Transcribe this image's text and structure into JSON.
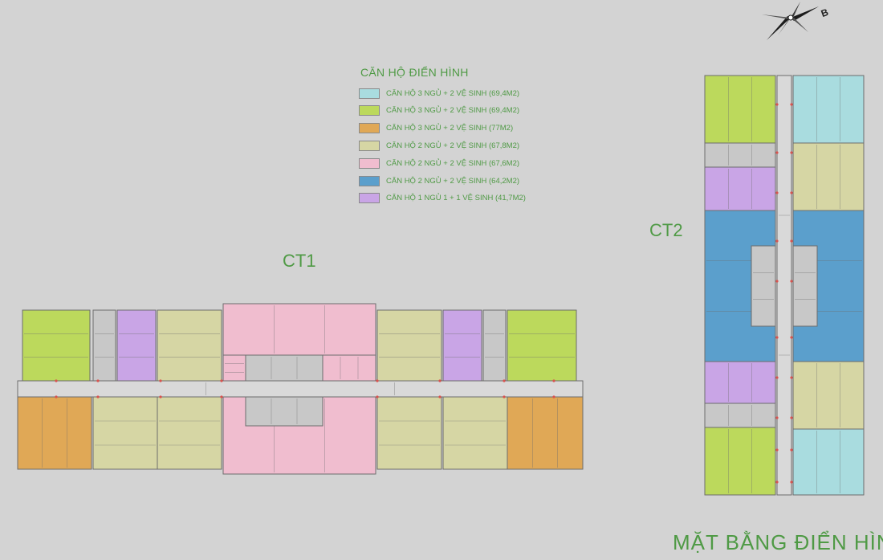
{
  "legend": {
    "title": "CĂN HỘ ĐIỂN HÌNH",
    "items": [
      {
        "label": "CĂN HỘ 3 NGỦ + 2 VỆ SINH (69,4M2)",
        "color": "#a9dcdf"
      },
      {
        "label": "CĂN HỘ 3 NGỦ + 2 VỆ SINH (69,4M2)",
        "color": "#bcd95c"
      },
      {
        "label": "CĂN HỘ 3 NGỦ + 2 VỆ SINH (77M2)",
        "color": "#e0a856"
      },
      {
        "label": "CĂN HỘ 2 NGỦ + 2 VỆ SINH (67,8M2)",
        "color": "#d6d6a4"
      },
      {
        "label": "CĂN HỘ 2 NGỦ + 2 VỆ SINH (67,6M2)",
        "color": "#f0bdcf"
      },
      {
        "label": "CĂN HỘ 2 NGỦ + 2 VỆ SINH (64,2M2)",
        "color": "#5b9fcc"
      },
      {
        "label": "CĂN HỘ 1 NGỦ 1 + 1 VỆ SINH (41,7M2)",
        "color": "#c9a5e6"
      }
    ]
  },
  "buildings": {
    "ct1": {
      "label": "CT1"
    },
    "ct2": {
      "label": "CT2"
    }
  },
  "footer": {
    "title": "MẶT BẰNG ĐIỂN HÌNH"
  },
  "compass": {
    "letter": "B",
    "icon": "compass-rose-icon"
  },
  "colors": {
    "core": "#c8c8c8",
    "corridor": "#d9d9d9",
    "wall": "#6d6d6d",
    "door_marker": "#d9534f"
  }
}
